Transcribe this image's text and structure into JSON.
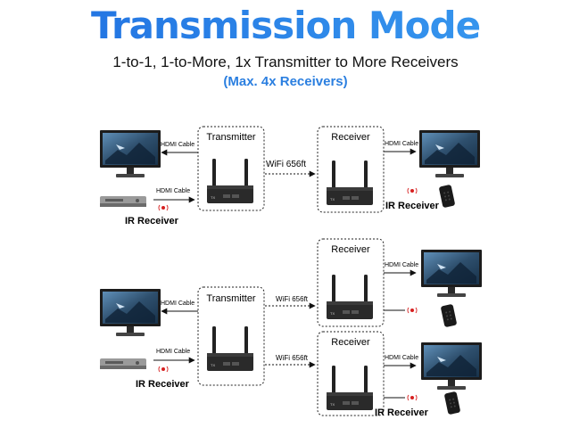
{
  "title": "Transmission Mode",
  "subtitle": "1-to-1, 1-to-More, 1x Transmitter to More Receivers",
  "note": "(Max. 4x Receivers)",
  "labels": {
    "transmitter": "Transmitter",
    "receiver": "Receiver",
    "hdmi_cable": "HDMI Cable",
    "wifi": "WiFi 656ft",
    "ir_receiver": "IR Receiver"
  },
  "colors": {
    "title_start": "#1f6fe0",
    "title_end": "#3a9cf0",
    "note": "#2b7fe0",
    "ir_red": "#d62020"
  },
  "icons": [
    "monitor-icon",
    "dvd-player-icon",
    "transmitter-device-icon",
    "receiver-device-icon",
    "remote-control-icon",
    "ir-signal-icon"
  ]
}
